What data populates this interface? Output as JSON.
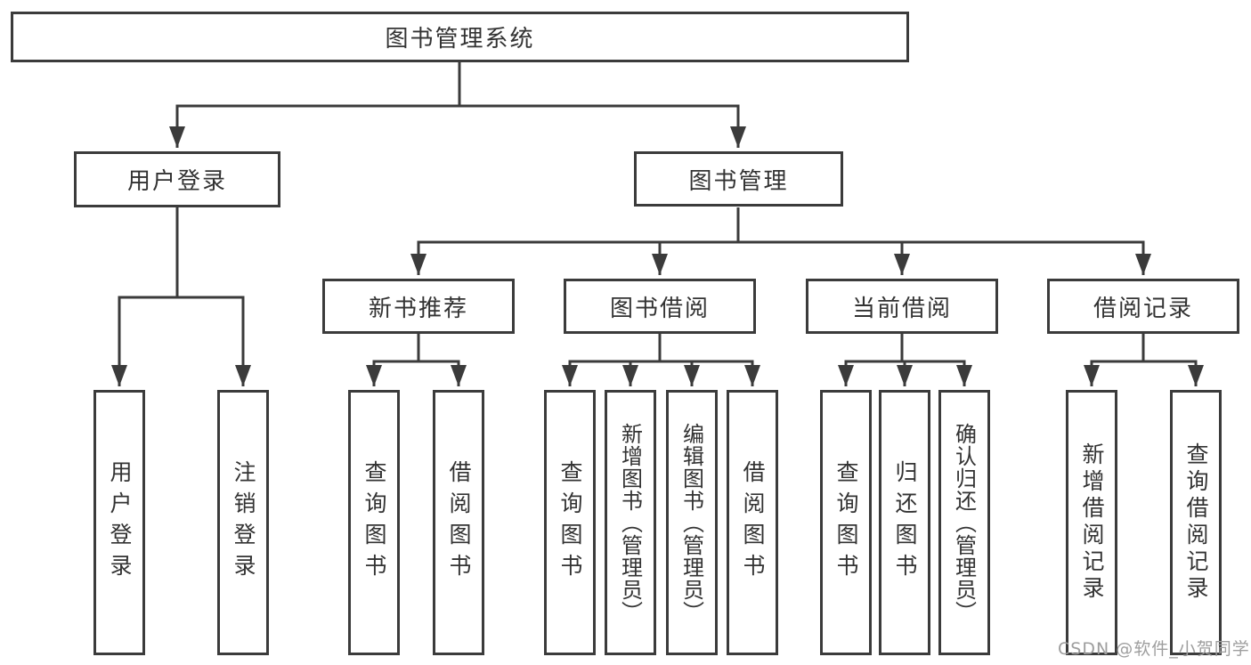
{
  "colors": {
    "line": "#3b3b3b",
    "text": "#333333",
    "background": "#ffffff",
    "watermark_color": "#9e9e9e"
  },
  "tree": {
    "root": {
      "label": "图书管理系统"
    },
    "branches": [
      {
        "label": "用户登录",
        "children": [
          {
            "label": "用户登录"
          },
          {
            "label": "注销登录"
          }
        ]
      },
      {
        "label": "图书管理",
        "children": [
          {
            "label": "新书推荐",
            "children": [
              {
                "label": "查询图书"
              },
              {
                "label": "借阅图书"
              }
            ]
          },
          {
            "label": "图书借阅",
            "children": [
              {
                "label": "查询图书"
              },
              {
                "label": "新增图书（管理员）"
              },
              {
                "label": "编辑图书（管理员）"
              },
              {
                "label": "借阅图书"
              }
            ]
          },
          {
            "label": "当前借阅",
            "children": [
              {
                "label": "查询图书"
              },
              {
                "label": "归还图书"
              },
              {
                "label": "确认归还（管理员）"
              }
            ]
          },
          {
            "label": "借阅记录",
            "children": [
              {
                "label": "新增借阅记录"
              },
              {
                "label": "查询借阅记录"
              }
            ]
          }
        ]
      }
    ]
  },
  "watermark": {
    "text": "CSDN @软件_小贺同学"
  }
}
